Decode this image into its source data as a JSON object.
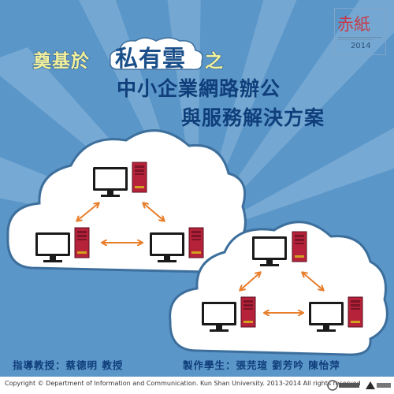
{
  "title": {
    "prefix": "奠基於",
    "highlight": "私有雲",
    "suffix": "之",
    "line2": "中小企業網路辦公",
    "line3": "與服務解決方案"
  },
  "logo": {
    "text": "赤紙",
    "year": "2014"
  },
  "credits": {
    "advisor": "指導教授：蔡德明 教授",
    "students": "製作學生：張芫瑄 劉芳吟 陳怡萍"
  },
  "footer": {
    "copyright": "Copyright © Department of Information and Communication. Kun Shan University. 2013-2014  All rights reserved"
  },
  "colors": {
    "background": "#5b96c9",
    "cloud": "#ffffff",
    "title_yellow": "#f3f09a",
    "title_blue": "#0f3e7a",
    "arrow": "#e87d2a",
    "tower": "#b5223a"
  }
}
